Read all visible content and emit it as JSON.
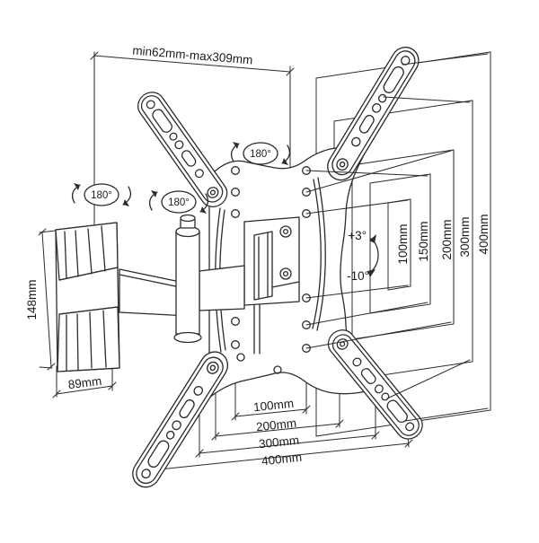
{
  "labels": {
    "top_range": "min62mm-max309mm",
    "bracket_height": "148mm",
    "bracket_depth": "89mm",
    "rotation": [
      "180°",
      "180°",
      "180°"
    ],
    "tilt_up": "+3°",
    "tilt_down": "-10°",
    "vesa_heights": [
      "100mm",
      "150mm",
      "200mm",
      "300mm",
      "400mm"
    ],
    "vesa_widths": [
      "100mm",
      "200mm",
      "300mm",
      "400mm"
    ]
  },
  "colors": {
    "line": "#2b2b2b",
    "background": "#ffffff"
  }
}
